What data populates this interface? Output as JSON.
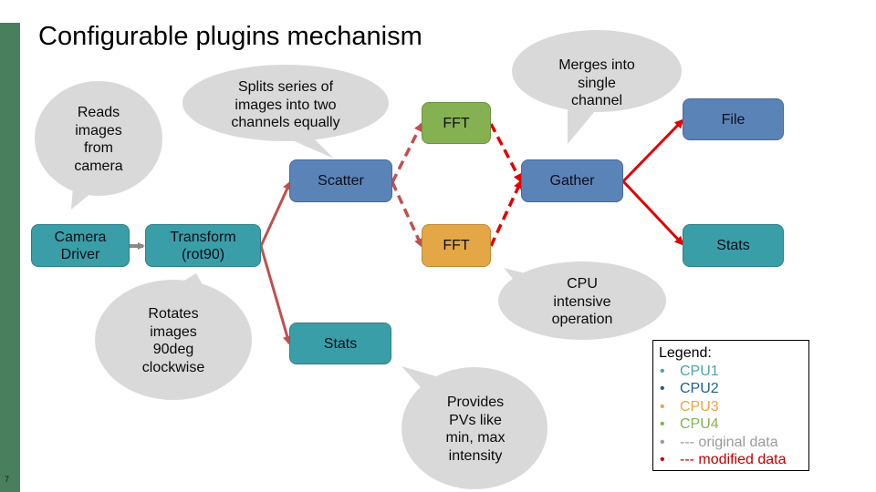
{
  "slide": {
    "title": "Configurable plugins mechanism",
    "page_number": "7",
    "accent_color": "#4a7f5e"
  },
  "nodes": {
    "camera_driver": {
      "label": "Camera Driver",
      "color": "#3a9ea8",
      "cpu": "CPU1"
    },
    "transform": {
      "label": "Transform (rot90)",
      "color": "#3a9ea8",
      "cpu": "CPU1"
    },
    "scatter": {
      "label": "Scatter",
      "color": "#5a84b8",
      "cpu": "CPU2"
    },
    "fft_top": {
      "label": "FFT",
      "color": "#86b153",
      "cpu": "CPU4"
    },
    "fft_bottom": {
      "label": "FFT",
      "color": "#e4a746",
      "cpu": "CPU3"
    },
    "gather": {
      "label": "Gather",
      "color": "#5a84b8",
      "cpu": "CPU2"
    },
    "file": {
      "label": "File",
      "color": "#5a84b8",
      "cpu": "CPU2"
    },
    "stats_right": {
      "label": "Stats",
      "color": "#3a9ea8",
      "cpu": "CPU1"
    },
    "stats_bottom": {
      "label": "Stats",
      "color": "#3a9ea8",
      "cpu": "CPU1"
    }
  },
  "callouts": {
    "reads": {
      "lines": [
        "Reads",
        "images",
        "from",
        "camera"
      ]
    },
    "splits": {
      "lines": [
        "Splits series of",
        "images into two",
        "channels equally"
      ]
    },
    "merges": {
      "lines": [
        "Merges into",
        "single",
        "channel"
      ]
    },
    "rotates": {
      "lines": [
        "Rotates",
        "images",
        "90deg",
        "clockwise"
      ]
    },
    "cpu_intensive": {
      "lines": [
        "CPU",
        "intensive",
        "operation"
      ]
    },
    "provides": {
      "lines": [
        "Provides",
        "PVs like",
        "min, max",
        "intensity"
      ]
    }
  },
  "edges": [
    {
      "from": "camera_driver",
      "to": "transform",
      "style": "solid",
      "kind": "plain",
      "color": "#888888"
    },
    {
      "from": "transform",
      "to": "scatter",
      "style": "solid",
      "kind": "original data",
      "color": "#c0504d"
    },
    {
      "from": "transform",
      "to": "stats_bottom",
      "style": "solid",
      "kind": "original data",
      "color": "#c0504d"
    },
    {
      "from": "scatter",
      "to": "fft_top",
      "style": "dashed",
      "kind": "original data",
      "color": "#c0504d"
    },
    {
      "from": "scatter",
      "to": "fft_bottom",
      "style": "dashed",
      "kind": "original data",
      "color": "#c0504d"
    },
    {
      "from": "fft_top",
      "to": "gather",
      "style": "dashed",
      "kind": "modified data",
      "color": "#e00000"
    },
    {
      "from": "fft_bottom",
      "to": "gather",
      "style": "dashed",
      "kind": "modified data",
      "color": "#e00000"
    },
    {
      "from": "gather",
      "to": "file",
      "style": "solid",
      "kind": "modified data",
      "color": "#e00000"
    },
    {
      "from": "gather",
      "to": "stats_right",
      "style": "solid",
      "kind": "modified data",
      "color": "#e00000"
    }
  ],
  "legend": {
    "title": "Legend:",
    "bullet": "•",
    "items": [
      {
        "label": "CPU1",
        "color": "#4aa3a8"
      },
      {
        "label": "CPU2",
        "color": "#1f5f8b"
      },
      {
        "label": "CPU3",
        "color": "#e4a746"
      },
      {
        "label": "CPU4",
        "color": "#86b153"
      },
      {
        "label": "--- original data",
        "color": "#9a9a9a"
      },
      {
        "label": "--- modified data",
        "color": "#c00000"
      }
    ]
  }
}
